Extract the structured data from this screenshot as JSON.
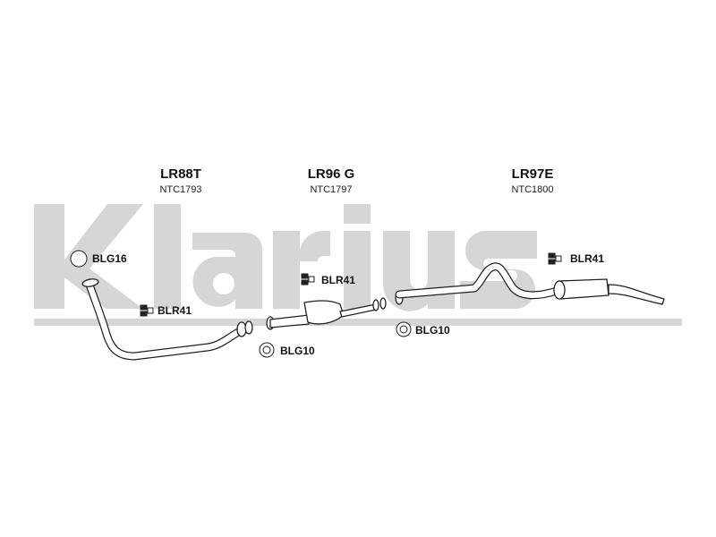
{
  "watermark": {
    "text": "Klarius",
    "color": "#d6d6d6"
  },
  "sections": [
    {
      "code": "LR88T",
      "part": "NTC1793"
    },
    {
      "code": "LR96 G",
      "part": "NTC1797"
    },
    {
      "code": "LR97E",
      "part": "NTC1800"
    }
  ],
  "callouts": [
    {
      "label": "BLG16",
      "icon": "ring-clamp-icon"
    },
    {
      "label": "BLR41",
      "icon": "rubber-mount-icon"
    },
    {
      "label": "BLR41",
      "icon": "rubber-mount-icon"
    },
    {
      "label": "BLG10",
      "icon": "gasket-ring-icon"
    },
    {
      "label": "BLG10",
      "icon": "gasket-ring-icon"
    },
    {
      "label": "BLR41",
      "icon": "rubber-mount-icon"
    }
  ],
  "colors": {
    "line": "#222222",
    "pipe_fill": "#ffffff"
  }
}
